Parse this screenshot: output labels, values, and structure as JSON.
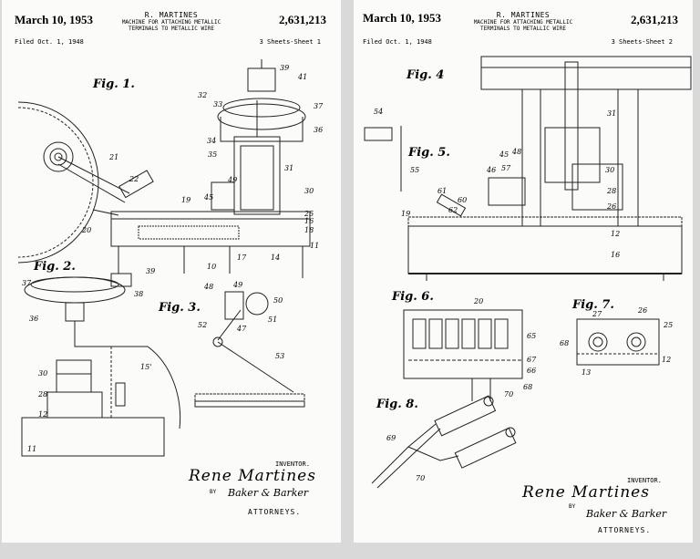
{
  "sheets": [
    {
      "date": "March 10, 1953",
      "inventor": "R. MARTINES",
      "title_lines": [
        "MACHINE FOR ATTACHING METALLIC",
        "TERMINALS TO METALLIC WIRE"
      ],
      "patent_number": "2,631,213",
      "filed": "Filed Oct. 1, 1948",
      "sheet_info": "3 Sheets-Sheet 1",
      "figures": [
        "Fig. 1.",
        "Fig. 2.",
        "Fig. 3."
      ],
      "refs": [
        "39",
        "41",
        "32",
        "33",
        "37",
        "36",
        "34",
        "35",
        "21",
        "22",
        "31",
        "19",
        "49",
        "45",
        "30",
        "25",
        "20",
        "18",
        "16",
        "17",
        "14",
        "11",
        "10",
        "37",
        "39",
        "38",
        "36",
        "30",
        "28",
        "12",
        "11",
        "15'",
        "48",
        "49",
        "50",
        "52",
        "47",
        "51",
        "53"
      ],
      "inventor_label": "INVENTOR.",
      "inventor_name": "Rene Martines",
      "by": "BY",
      "attorney_signature": "Baker & Barker",
      "attorneys": "ATTORNEYS."
    },
    {
      "date": "March 10, 1953",
      "inventor": "R. MARTINES",
      "title_lines": [
        "MACHINE FOR ATTACHING METALLIC",
        "TERMINALS TO METALLIC WIRE"
      ],
      "patent_number": "2,631,213",
      "filed": "Filed Oct. 1, 1948",
      "sheet_info": "3 Sheets-Sheet 2",
      "figures": [
        "Fig. 4",
        "Fig. 5.",
        "Fig. 6.",
        "Fig. 7.",
        "Fig. 8."
      ],
      "refs": [
        "31",
        "54",
        "55",
        "45",
        "48",
        "46",
        "57",
        "30",
        "28",
        "26",
        "61",
        "60",
        "19",
        "62",
        "12",
        "16",
        "20",
        "65",
        "67",
        "66",
        "68",
        "70",
        "27",
        "26",
        "25",
        "68",
        "12",
        "13",
        "69",
        "70"
      ],
      "inventor_label": "INVENTOR.",
      "inventor_name": "Rene Martines",
      "by": "BY",
      "attorney_signature": "Baker & Barker",
      "attorneys": "ATTORNEYS."
    }
  ]
}
